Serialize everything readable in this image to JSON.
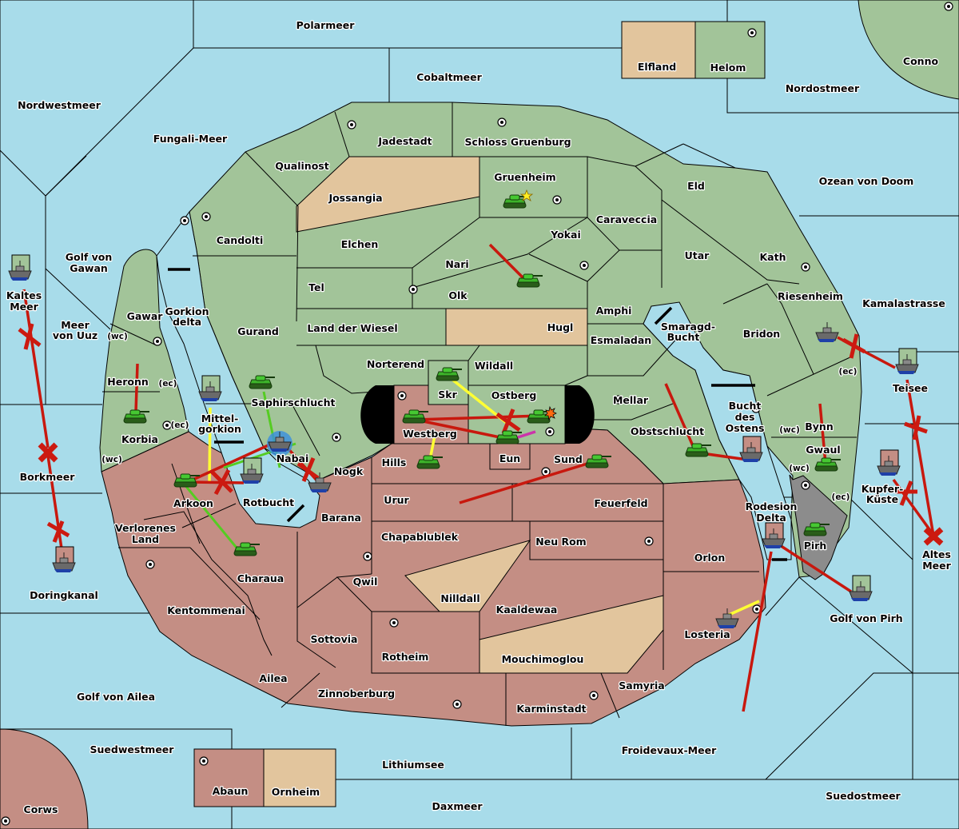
{
  "map": {
    "title": "Diplomacy variant map",
    "colors": {
      "sea": "#a8dcea",
      "power_green": "#a2c499",
      "power_red": "#c48e84",
      "neutral_tan": "#e2c59d",
      "impassable_gray": "#8c8c8c",
      "order_move": "#c8180e",
      "order_support": "#ffff33",
      "order_convoy": "#55cc22",
      "order_other": "#cc33aa"
    },
    "sea_labels": [
      "Polarmeer",
      "Cobaltmeer",
      "Nordwestmeer",
      "Fungali-Meer",
      "Nordostmeer",
      "Ozean von Doom",
      "Golf von Gawan",
      "Meer von Uuz",
      "Kaltes Meer",
      "Gorkion delta",
      "Kamalastrasse",
      "Smaragd-Bucht",
      "Bucht des Ostens",
      "Teisee",
      "Mittel-gorkion",
      "Borkmeer",
      "Rotbucht",
      "Kupfer-Küste",
      "Altes Meer",
      "Rodesion Delta",
      "Doringkanal",
      "Golf von Pirh",
      "Golf von Ailea",
      "Suedwestmeer",
      "Lithiumsee",
      "Froidevaux-Meer",
      "Daxmeer",
      "Suedostmeer"
    ],
    "land_labels": {
      "green": [
        "Helom",
        "Conno",
        "Jadestadt",
        "Schloss Gruenburg",
        "Qualinost",
        "Gruenheim",
        "Eld",
        "Candolti",
        "Elchen",
        "Caraveccia",
        "Yokai",
        "Nari",
        "Utar",
        "Kath",
        "Tel",
        "Olk",
        "Gawar",
        "Amphi",
        "Riesenheim",
        "Gurand",
        "Land der Wiesel",
        "Bridon",
        "Esmaladan",
        "Norterend",
        "Wildall",
        "Skr",
        "Ostberg",
        "Heronn",
        "Mellar",
        "Saphirschlucht",
        "Bynn",
        "Korbia",
        "Obstschlucht",
        "Nabai",
        "Gwaul"
      ],
      "red": [
        "Westberg",
        "Eun",
        "Hills",
        "Sund",
        "Nogk",
        "Arkoon",
        "Urur",
        "Feuerfeld",
        "Barana",
        "Verlorenes Land",
        "Chapablublek",
        "Neu Rom",
        "Charaua",
        "Qwil",
        "Orlon",
        "Kentommenai",
        "Kaaldewaa",
        "Losteria",
        "Sottovia",
        "Rotheim",
        "Ailea",
        "Zinnoberburg",
        "Samyria",
        "Karminstadt",
        "Abaun",
        "Corws"
      ],
      "tan": [
        "Elfland",
        "Jossangia",
        "Hugl",
        "Nilldall",
        "Mouchimoglou",
        "Ornheim"
      ],
      "gray": [
        "Pirh"
      ]
    },
    "coast_tags": {
      "wc": "(wc)",
      "ec": "(ec)"
    },
    "units": [
      {
        "type": "army",
        "power": "green",
        "province": "Gruenheim",
        "icon": "tank-icon",
        "marker": "star-icon"
      },
      {
        "type": "army",
        "power": "green",
        "province": "Olk",
        "icon": "tank-icon"
      },
      {
        "type": "army",
        "power": "green",
        "province": "Korbia",
        "icon": "tank-icon"
      },
      {
        "type": "army",
        "power": "green",
        "province": "Saphirschlucht",
        "icon": "tank-icon"
      },
      {
        "type": "army",
        "power": "green",
        "province": "Arkoon",
        "icon": "tank-icon"
      },
      {
        "type": "army",
        "power": "green",
        "province": "Charaua",
        "icon": "tank-icon"
      },
      {
        "type": "army",
        "power": "green",
        "province": "Skr",
        "icon": "tank-icon"
      },
      {
        "type": "army",
        "power": "green",
        "province": "Westberg",
        "icon": "tank-icon"
      },
      {
        "type": "army",
        "power": "green",
        "province": "Hills",
        "icon": "tank-icon"
      },
      {
        "type": "army",
        "power": "green",
        "province": "Ostberg",
        "icon": "tank-icon",
        "marker": "explosion-icon"
      },
      {
        "type": "army",
        "power": "green",
        "province": "Eun",
        "icon": "tank-icon"
      },
      {
        "type": "army",
        "power": "green",
        "province": "Sund",
        "icon": "tank-icon"
      },
      {
        "type": "army",
        "power": "green",
        "province": "Obstschlucht",
        "icon": "tank-icon"
      },
      {
        "type": "army",
        "power": "green",
        "province": "Gwaul",
        "icon": "tank-icon"
      },
      {
        "type": "army",
        "power": "green",
        "province": "Pirh",
        "icon": "tank-icon"
      },
      {
        "type": "fleet",
        "power": "green",
        "province": "Kaltes Meer",
        "icon": "ship-icon"
      },
      {
        "type": "fleet",
        "power": "green",
        "province": "Mittel-gorkion",
        "icon": "ship-icon"
      },
      {
        "type": "fleet",
        "power": "green",
        "province": "Rotbucht",
        "icon": "ship-icon"
      },
      {
        "type": "fleet",
        "power": "green",
        "province": "Nabai",
        "icon": "ship-icon",
        "marker": "dislodged-ring"
      },
      {
        "type": "fleet",
        "power": "green",
        "province": "Riesenheim",
        "icon": "ship-icon"
      },
      {
        "type": "fleet",
        "power": "green",
        "province": "Teisee",
        "icon": "ship-icon"
      },
      {
        "type": "fleet",
        "power": "green",
        "province": "Golf von Pirh",
        "icon": "ship-icon"
      },
      {
        "type": "fleet",
        "power": "red",
        "province": "Doringkanal",
        "icon": "ship-icon"
      },
      {
        "type": "fleet",
        "power": "red",
        "province": "Nogk",
        "icon": "ship-icon"
      },
      {
        "type": "fleet",
        "power": "red",
        "province": "Bucht des Ostens",
        "icon": "ship-icon"
      },
      {
        "type": "fleet",
        "power": "red",
        "province": "Kupfer-Küste",
        "icon": "ship-icon"
      },
      {
        "type": "fleet",
        "power": "red",
        "province": "Rodesion Delta",
        "icon": "ship-icon"
      },
      {
        "type": "fleet",
        "power": "red",
        "province": "Losteria",
        "icon": "ship-icon"
      }
    ]
  }
}
